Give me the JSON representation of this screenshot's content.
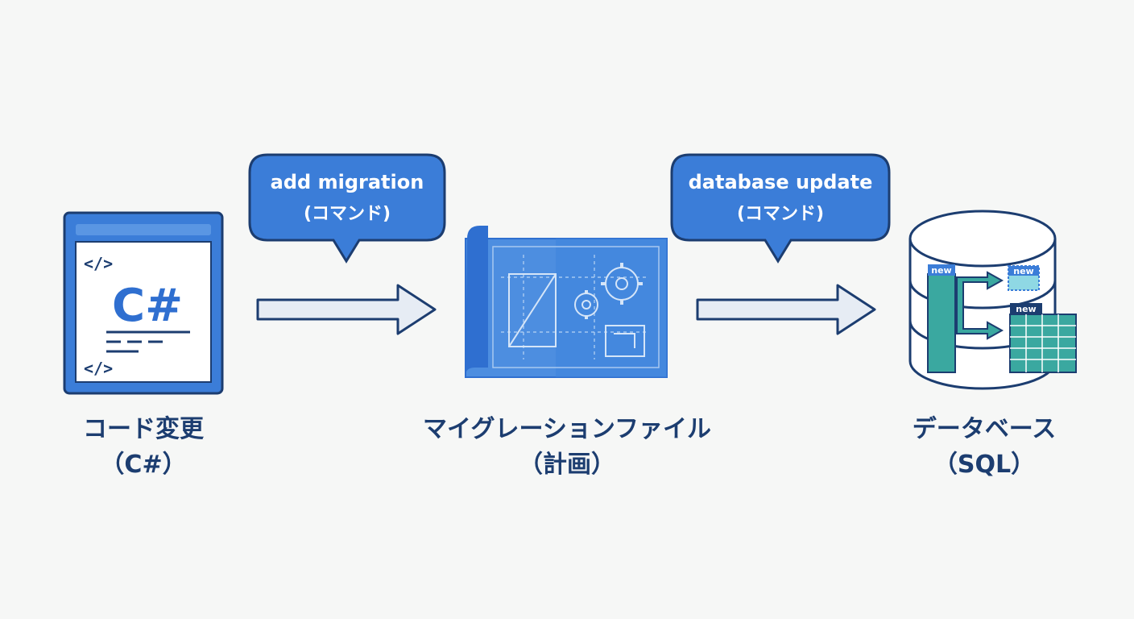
{
  "nodes": {
    "code": {
      "icon": "csharp-code-file-icon",
      "language_label": "C#",
      "tag_top": "</>",
      "tag_bottom": "</>",
      "label_line1": "コード変更",
      "label_line2": "（C#）"
    },
    "migration": {
      "icon": "blueprint-icon",
      "label_line1": "マイグレーションファイル",
      "label_line2": "（計画）"
    },
    "database": {
      "icon": "database-icon",
      "badges": [
        "new",
        "new",
        "new"
      ],
      "label_line1": "データベース",
      "label_line2": "（SQL）"
    }
  },
  "steps": [
    {
      "line1": "add migration",
      "line2": "(コマンド)"
    },
    {
      "line1": "database update",
      "line2": "(コマンド)"
    }
  ],
  "colors": {
    "background": "#f6f7f6",
    "primary_blue": "#3b7dd8",
    "dark_navy": "#1c3d70",
    "teal": "#3aa8a0",
    "arrow_fill": "#e6ecf4"
  }
}
